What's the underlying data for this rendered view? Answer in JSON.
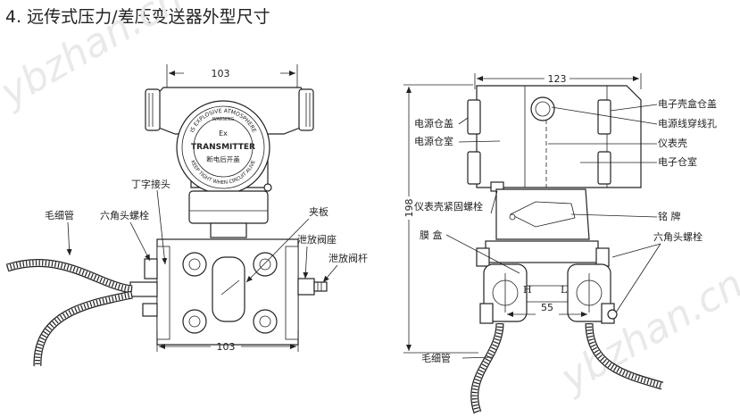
{
  "title": "4. 远传式压力/差压变送器外型尺寸",
  "watermark": "ybzhan.cn",
  "left_view": {
    "dimensions": {
      "top_width": "103",
      "bottom_width": "103"
    },
    "labels": {
      "tee_joint": "丁字接头",
      "capillary": "毛细管",
      "hex_bolt": "六角头螺栓",
      "clamp_plate": "夹板",
      "vent_valve_seat": "泄放阀座",
      "vent_valve_stem": "泄放阀杆"
    },
    "nameplate": {
      "ex": "Ex",
      "transmitter": "TRANSMITTER",
      "power_off_open": "断电后开盖",
      "ring_top": "IS EXPLOSIVE ATMOSPHERE",
      "ring_warning": "WARNING",
      "ring_bottom": "KEEP TIGHT WHEN CIRCUIT ALIVE"
    }
  },
  "right_view": {
    "dimensions": {
      "width": "123",
      "height": "198",
      "center_distance": "55"
    },
    "labels": {
      "power_cover": "电源仓盖",
      "power_chamber": "电源仓室",
      "electronic_cover": "电子壳盒仓盖",
      "cable_hole": "电源线穿线孔",
      "instrument_shell": "仪表壳",
      "electronic_chamber": "电子仓室",
      "shell_screw": "仪表壳紧固螺栓",
      "nameplate": "铭  牌",
      "diaphragm_box": "膜  盒",
      "hex_bolt": "六角头螺栓",
      "capillary": "毛细管",
      "high_side": "H",
      "low_side": "L"
    }
  }
}
